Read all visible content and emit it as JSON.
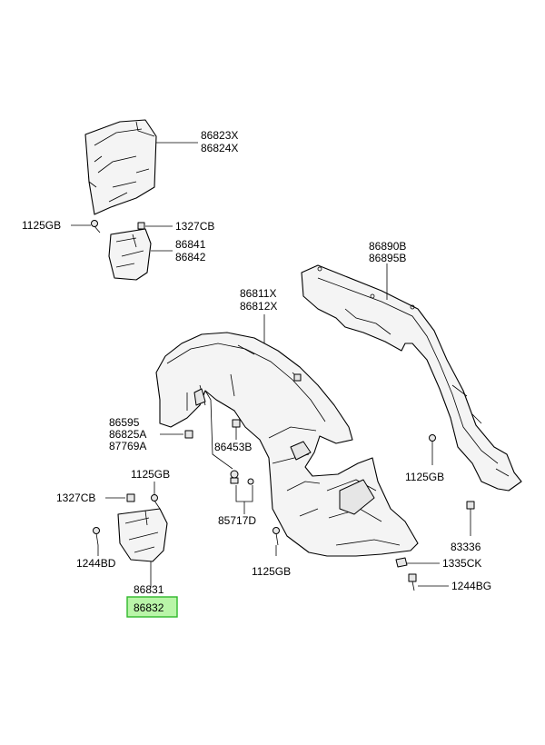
{
  "callouts": {
    "c86823X": "86823X",
    "c86824X": "86824X",
    "c1125GB_top": "1125GB",
    "c1327CB_top": "1327CB",
    "c86841": "86841",
    "c86842": "86842",
    "c86890B": "86890B",
    "c86895B": "86895B",
    "c86811X": "86811X",
    "c86812X": "86812X",
    "c86595": "86595",
    "c86825A": "86825A",
    "c87769A": "87769A",
    "c86453B": "86453B",
    "c1125GB_left": "1125GB",
    "c1327CB_left": "1327CB",
    "c1244BD": "1244BD",
    "c86831": "86831",
    "c86832": "86832",
    "c85717D": "85717D",
    "c1125GB_mid": "1125GB",
    "c1125GB_right": "1125GB",
    "c83336": "83336",
    "c1335CK": "1335CK",
    "c1244BG": "1244BG"
  },
  "colors": {
    "highlight_fill": "#b9f5a8",
    "highlight_border": "#2fb82a",
    "line": "#000000"
  }
}
